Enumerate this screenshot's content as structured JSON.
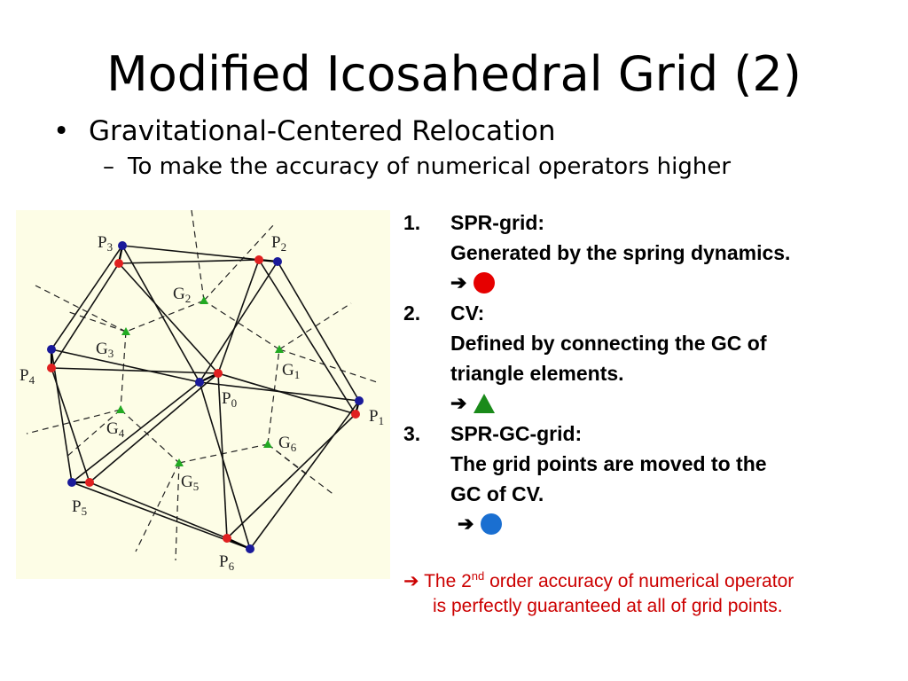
{
  "title": "Modified Icosahedral Grid (2)",
  "bullets": {
    "level1": {
      "marker": "•",
      "text": "Gravitational-Centered Relocation"
    },
    "level2": {
      "marker": "–",
      "text": "To make the accuracy of numerical operators higher"
    }
  },
  "steps": [
    {
      "num": "1.",
      "heading": "SPR-grid:",
      "desc": [
        "Generated by the spring dynamics."
      ],
      "arrow": "➔",
      "marker": {
        "shape": "circle",
        "color": "#e60000"
      }
    },
    {
      "num": "2.",
      "heading": "CV:",
      "desc": [
        "Defined by connecting the GC of",
        "triangle elements."
      ],
      "arrow": "➔",
      "marker": {
        "shape": "triangle",
        "color": "#1a8a1a"
      }
    },
    {
      "num": "3.",
      "heading": "SPR-GC-grid:",
      "desc": [
        "The grid points are moved to the",
        "GC of CV."
      ],
      "arrow": "➔",
      "marker": {
        "shape": "circle",
        "color": "#1a6fd1"
      }
    }
  ],
  "conclusion": {
    "arrow": "➔",
    "pre": "The 2",
    "sup": "nd",
    "post": " order accuracy of numerical operator",
    "line2": "is perfectly guaranteed at all of grid points.",
    "color": "#cc0000"
  },
  "figure": {
    "background": "#fdfde6",
    "colors": {
      "red": "#e02020",
      "blue": "#1a1a9a",
      "green": "#22aa22"
    },
    "labels": {
      "P0": {
        "letter": "P",
        "sub": "0"
      },
      "P1": {
        "letter": "P",
        "sub": "1"
      },
      "P2": {
        "letter": "P",
        "sub": "2"
      },
      "P3": {
        "letter": "P",
        "sub": "3"
      },
      "P4": {
        "letter": "P",
        "sub": "4"
      },
      "P5": {
        "letter": "P",
        "sub": "5"
      },
      "P6": {
        "letter": "P",
        "sub": "6"
      },
      "G1": {
        "letter": "G",
        "sub": "1"
      },
      "G2": {
        "letter": "G",
        "sub": "2"
      },
      "G3": {
        "letter": "G",
        "sub": "3"
      },
      "G4": {
        "letter": "G",
        "sub": "4"
      },
      "G5": {
        "letter": "G",
        "sub": "5"
      },
      "G6": {
        "letter": "G",
        "sub": "6"
      }
    }
  }
}
